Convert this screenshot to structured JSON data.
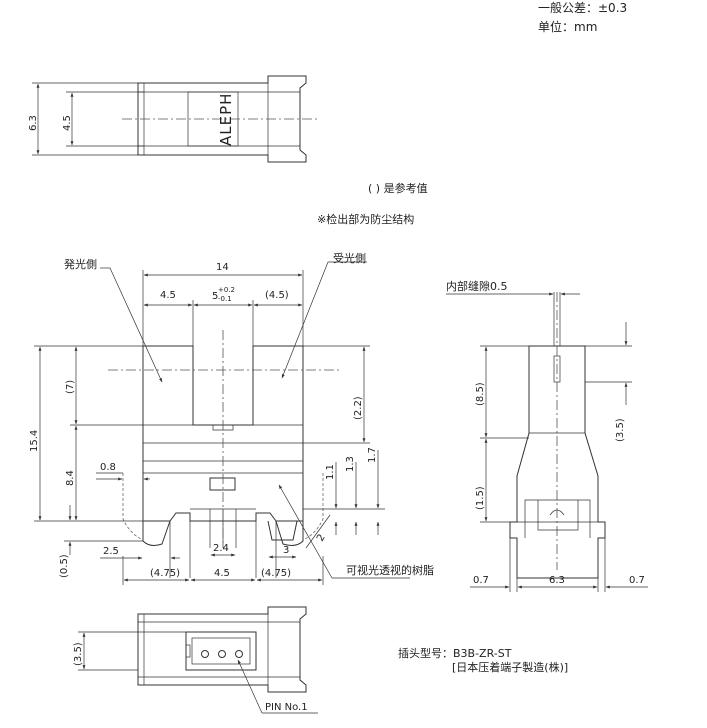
{
  "notes": {
    "tolerance": "一般公差：±0.3",
    "unit": "单位：mm",
    "reference": "(     ) 是参考值",
    "dust_proof": "※检出部为防尘结构",
    "logo": "ALEPH"
  },
  "labels": {
    "emitter_side": "発光側",
    "receiver_side": "受光側",
    "inner_gap": "内部缝隙0.5",
    "resin": "可视光透视的树脂",
    "pin_no": "PIN No.1",
    "plug_model": "插头型号：B3B-ZR-ST",
    "plug_maker": "[日本压着端子製造(株)]"
  },
  "dims": {
    "top_6_3": "6.3",
    "top_4_5": "4.5",
    "w14": "14",
    "w4_5": "4.5",
    "w5": "5",
    "w5_tol_up": "+0.2",
    "w5_tol_dn": "-0.1",
    "w4_5_ref": "(4.5)",
    "h15_4": "15.4",
    "h7": "(7)",
    "h8_4": "8.4",
    "h0_8": "0.8",
    "h2_2": "(2.2)",
    "h1_1": "1.1",
    "h1_3": "1.3",
    "h1_7": "1.7",
    "d2": "2",
    "h0_5": "(0.5)",
    "w2_5": "2.5",
    "w2_4": "2.4",
    "w3": "3",
    "b4_75_l": "(4.75)",
    "b4_5": "4.5",
    "b4_75_r": "(4.75)",
    "s8_5": "(8.5)",
    "s3_5": "(3.5)",
    "s1_5": "(1.5)",
    "s0_7_l": "0.7",
    "s6_3": "6.3",
    "s0_7_r": "0.7",
    "bot_3_5": "(3.5)"
  }
}
